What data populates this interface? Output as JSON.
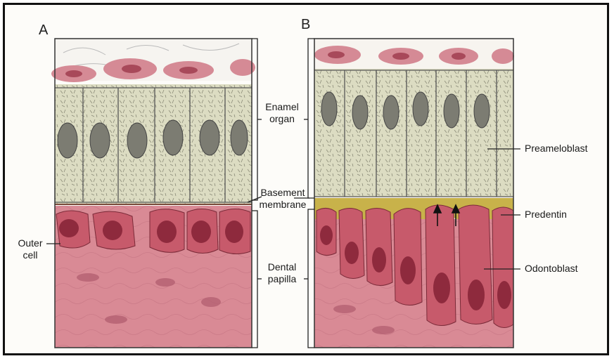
{
  "panels": {
    "a_letter": "A",
    "b_letter": "B"
  },
  "labels": {
    "enamel_organ_line1": "Enamel",
    "enamel_organ_line2": "organ",
    "basement_line1": "Basement",
    "basement_line2": "membrane",
    "dental_line1": "Dental",
    "dental_line2": "papilla",
    "outer_line1": "Outer",
    "outer_line2": "cell",
    "preameloblast": "Preameloblast",
    "predentin": "Predentin",
    "odontoblast": "Odontoblast"
  },
  "colors": {
    "frame": "#111111",
    "epithelium": "#dcdcc2",
    "nucleus": "#7c7c72",
    "connective": "#d98a95",
    "odontoblast": "#c75a6b",
    "odontoblast_nucleus": "#8e2a3d",
    "predentin": "#c8b24a"
  }
}
